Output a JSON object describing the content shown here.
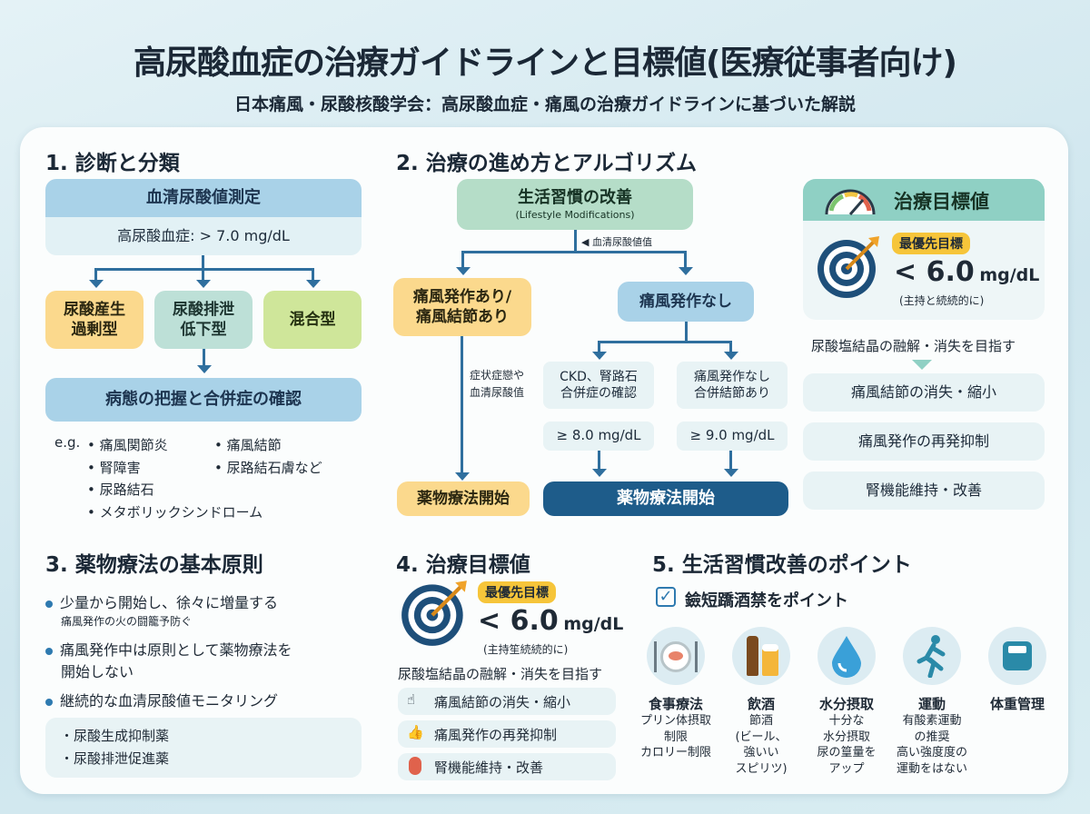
{
  "header": {
    "title": "高尿酸血症の治療ガイドラインと目標値(医療従事者向け)",
    "subtitle": "日本痛風・尿酸核酸学会：高尿酸血症・痛風の治療ガイドラインに基づいた解説"
  },
  "s1": {
    "heading": "1. 診断と分類",
    "measure": "血清尿酸値測定",
    "criteria": "高尿酸血症: > 7.0 mg/dL",
    "types": [
      "尿酸産生\n過剰型",
      "尿酸排泄\n低下型",
      "混合型"
    ],
    "assess": "病態の把握と合併症の確認",
    "eg": "e.g.",
    "examples_left": [
      "痛風関節炎",
      "腎障害",
      "尿路結石",
      "メタボリックシンドローム"
    ],
    "examples_right": [
      "痛風結節",
      "尿路結石膚など"
    ]
  },
  "s2": {
    "heading": "2. 治療の進め方とアルゴリズム",
    "lifestyle": "生活習慣の改善",
    "lifestyle_en": "(Lifestyle Modifications)",
    "uric_label": "血清尿酸値值",
    "gout_yes": "痛風発作あり/\n痛風結節あり",
    "gout_no": "痛風発作なし",
    "side_note": "症状症戀や\n血清尿酸值",
    "ckd": "CKD、腎路石\n合併症の確認",
    "no_comp": "痛風発作なし\n合併結節あり",
    "thr8": "≥ 8.0 mg/dL",
    "thr9": "≥ 9.0 mg/dL",
    "drug_left": "薬物療法開始",
    "drug_right": "薬物療法開始"
  },
  "target_card": {
    "heading": "治療目標値",
    "badge": "最優先目標",
    "value": "< 6.0",
    "unit": "mg/dL",
    "note": "(主持と続続的に)",
    "aim": "尿酸塩結晶の融解・消失を目指す",
    "items": [
      "痛風結節の消失・縮小",
      "痛風発作の再発抑制",
      "腎機能維持・改善"
    ]
  },
  "s3": {
    "heading": "3. 薬物療法の基本原則",
    "b1": "少量から開始し、徐々に増量する",
    "b1_sub": "痛風発作の火の闘籠予防ぐ",
    "b2a": "痛風発作中は原則として薬物療法を",
    "b2b": "開始しない",
    "b3": "継続的な血清尿酸値モニタリング",
    "drugs": [
      "・尿酸生成抑制薬",
      "・尿酸排泄促進薬"
    ]
  },
  "s4": {
    "heading": "4. 治療目標値",
    "badge": "最優先目標",
    "value": "< 6.0",
    "unit": "mg/dL",
    "note": "(主持笙続続的に)",
    "aim": "尿酸塩結晶の融解・消失を目指す",
    "items": [
      "痛風結節の消失・縮小",
      "痛風発作の再発抑制",
      "腎機能維持・改善"
    ]
  },
  "s5": {
    "heading": "5. 生活習慣改善のポイント",
    "check": "鐱短蹻酒禁をポイント",
    "items": [
      {
        "title": "食事療法",
        "desc": "プリン体摂取\n制限\nカロリー制限"
      },
      {
        "title": "飲酒",
        "desc": "節酒\n(ビール、\n強いい\nスピリツ)"
      },
      {
        "title": "水分摂取",
        "desc": "十分な\n水分摂取\n尿の篁量を\nアップ"
      },
      {
        "title": "運動",
        "desc": "有酸素運動\nの推奨\n高い強度度の\n運動をはない"
      },
      {
        "title": "体重管理",
        "desc": ""
      }
    ]
  },
  "colors": {
    "navy": "#1e5c8a",
    "blue": "#a9d2e8",
    "yellow": "#fbd98d",
    "mint": "#bde0d7",
    "lime": "#cfe69a",
    "bullet": "#2e7ab0"
  }
}
